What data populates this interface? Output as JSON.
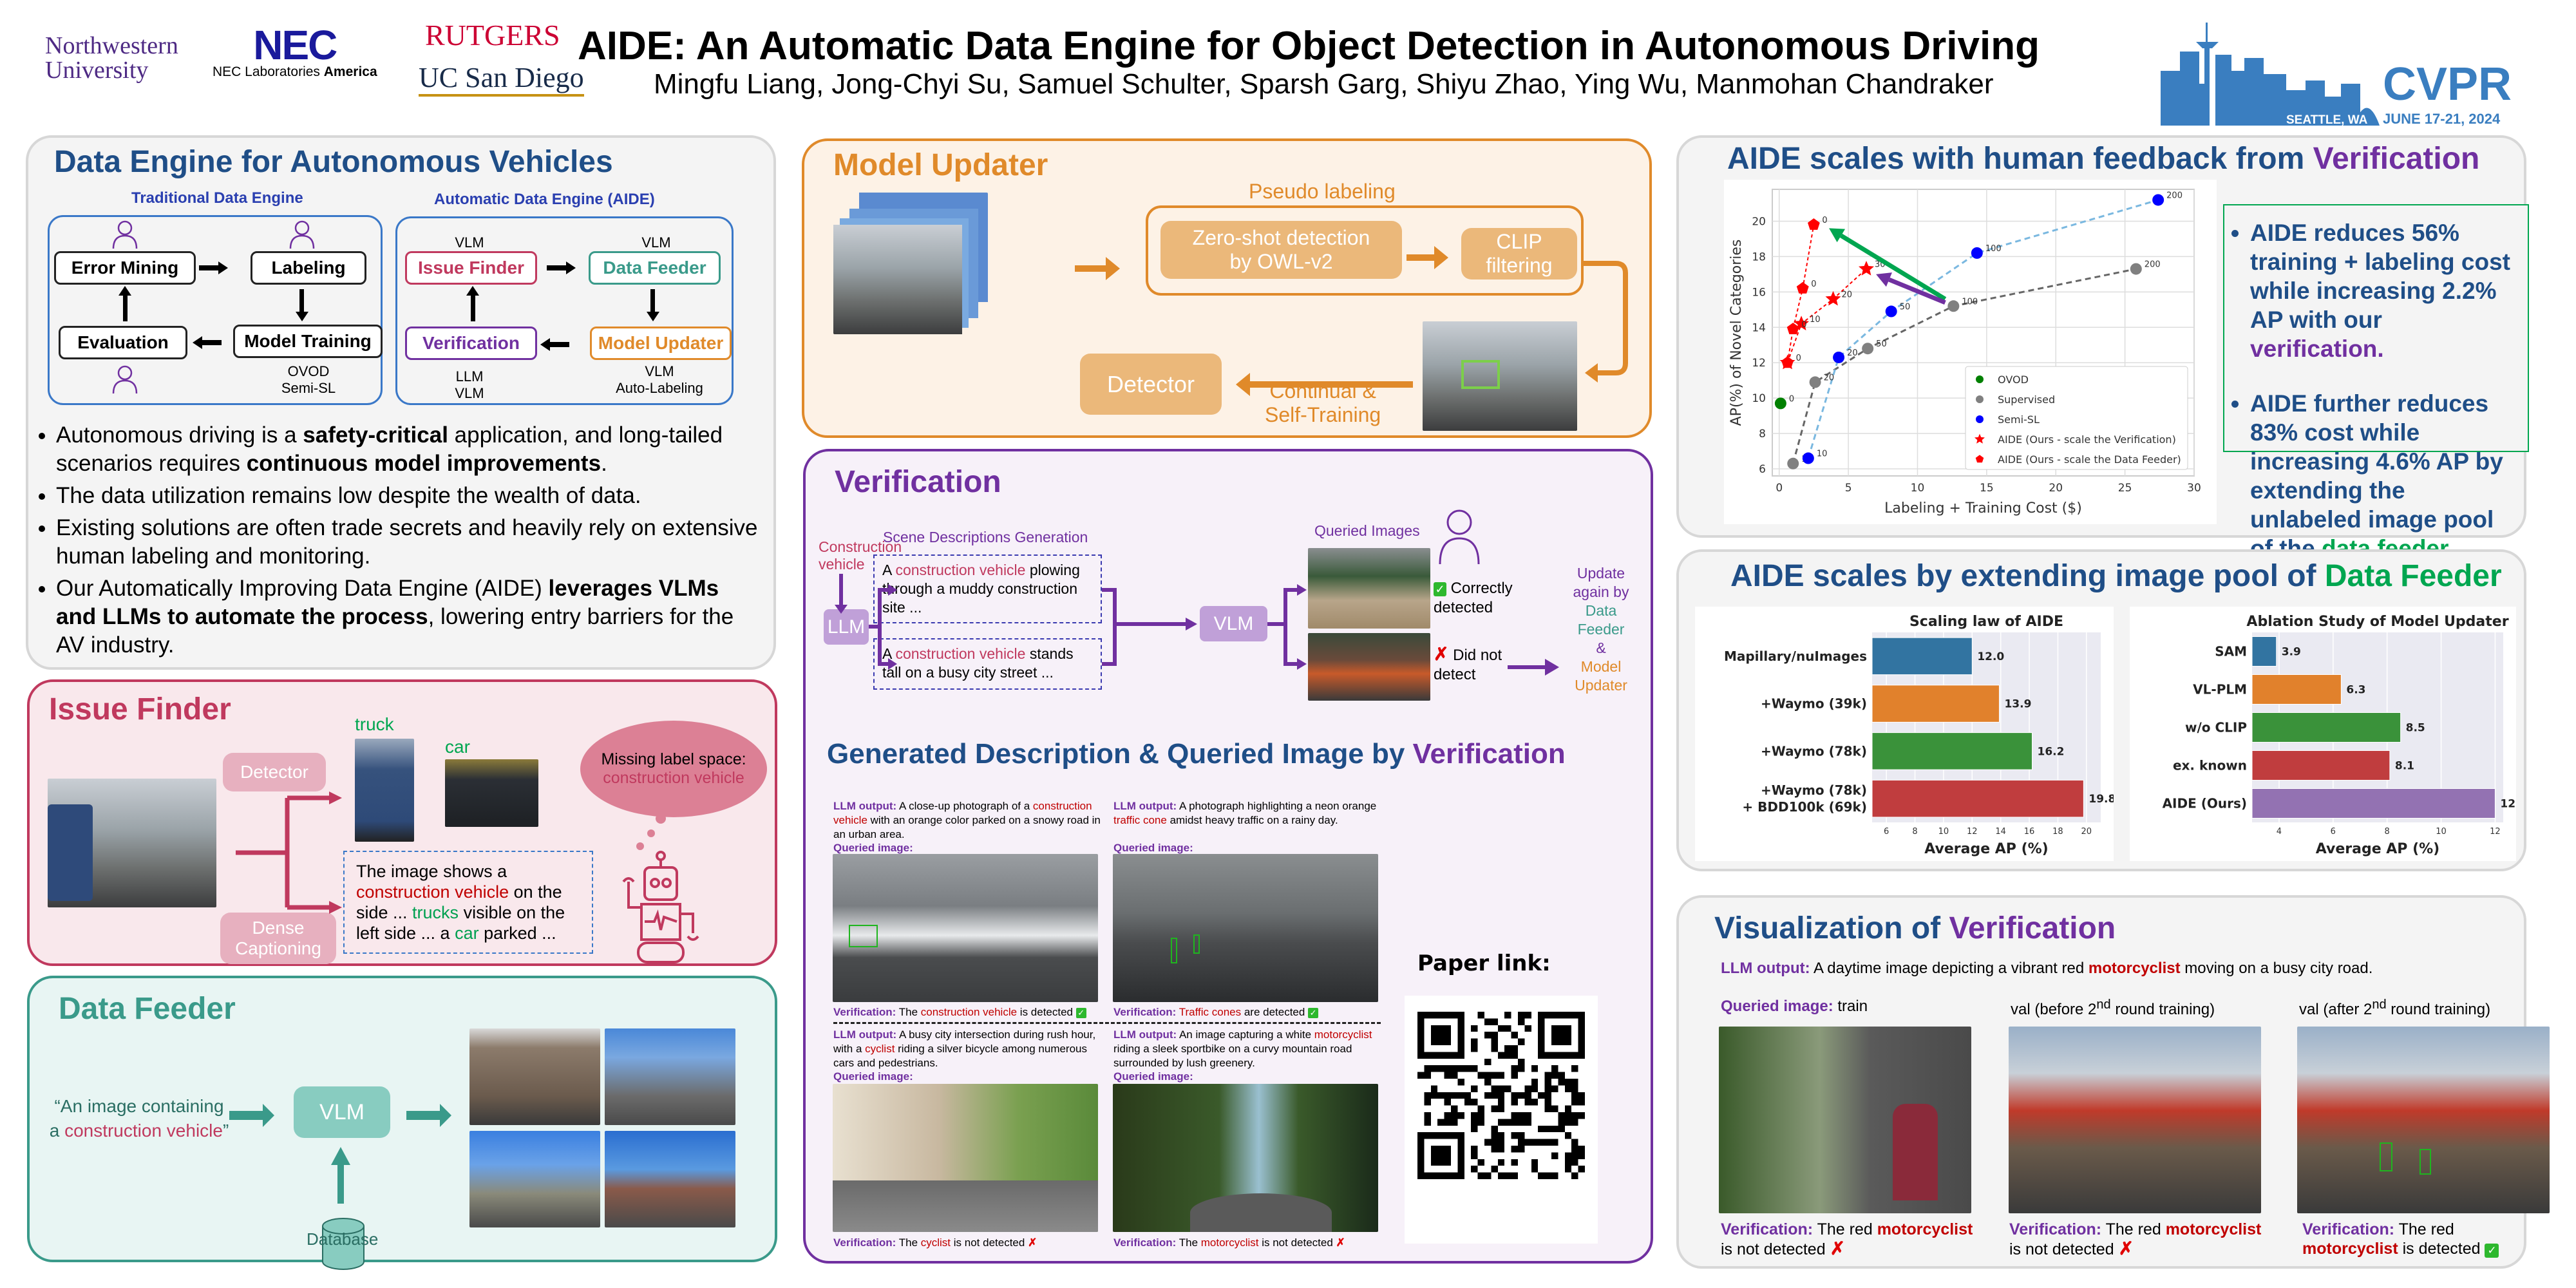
{
  "header": {
    "title": "AIDE: An Automatic Data Engine for Object Detection in Autonomous Driving",
    "authors": "Mingfu Liang, Jong-Chyi Su, Samuel Schulter, Sparsh Garg, Shiyu Zhao, Ying Wu, Manmohan Chandraker",
    "logos": {
      "northwestern": [
        "Northwestern",
        "University"
      ],
      "nec": "NEC",
      "nec_sub": "NEC Laboratories",
      "nec_sub_bold": "America",
      "rutgers": "RUTGERS",
      "ucsd": "UC San Diego",
      "cvpr": "CVPR",
      "cvpr_place": "SEATTLE, WA",
      "cvpr_date": "JUNE 17-21, 2024"
    }
  },
  "data_engine": {
    "title": "Data Engine for Autonomous Vehicles",
    "traditional": {
      "title": "Traditional Data Engine",
      "boxes": [
        "Error Mining",
        "Labeling",
        "Model Training",
        "Evaluation"
      ],
      "note": [
        "OVOD",
        "Semi-SL"
      ]
    },
    "aide": {
      "title": "Automatic Data Engine (AIDE)",
      "boxes": [
        "Issue Finder",
        "Data Feeder",
        "Model Updater",
        "Verification"
      ],
      "notes": {
        "issue_finder": "VLM",
        "data_feeder": "VLM",
        "model_updater": [
          "VLM",
          "Auto-Labeling"
        ],
        "verification": [
          "LLM",
          "VLM"
        ]
      }
    },
    "bullets": [
      {
        "pre": "Autonomous driving is a ",
        "bold": "safety-critical",
        "mid": " application, and long-tailed scenarios requires ",
        "bold2": "continuous model improvements",
        "post": "."
      },
      {
        "pre": "The data utilization remains low despite the wealth of data.",
        "bold": "",
        "mid": "",
        "bold2": "",
        "post": ""
      },
      {
        "pre": "Existing solutions are often trade secrets and heavily rely on extensive human labeling and monitoring.",
        "bold": "",
        "mid": "",
        "bold2": "",
        "post": ""
      },
      {
        "pre": "Our Automatically Improving Data Engine (AIDE) ",
        "bold": "leverages VLMs and LLMs to automate the process",
        "mid": ", lowering entry barriers for the AV industry.",
        "bold2": "",
        "post": ""
      }
    ]
  },
  "issue_finder": {
    "title": "Issue Finder",
    "detector_label": "Detector",
    "dense_label": [
      "Dense",
      "Captioning"
    ],
    "crop_labels": [
      "truck",
      "car"
    ],
    "caption": {
      "p1": "The image shows a ",
      "r1": "construction vehicle",
      "p2": " on the side ... ",
      "g1": "trucks",
      "p3": " visible on the left side ... a ",
      "g2": "car",
      "p4": " parked ..."
    },
    "bubble": [
      "Missing label space:",
      "construction vehicle"
    ]
  },
  "data_feeder": {
    "title": "Data Feeder",
    "query_pre": "“An image containing a ",
    "query_red": "construction vehicle",
    "query_post": "”",
    "vlm": "VLM",
    "database": "Database"
  },
  "model_updater": {
    "title": "Model Updater",
    "pseudo_label": "Pseudo labeling",
    "zero_shot": [
      "Zero-shot detection",
      "by OWL-v2"
    ],
    "clip": [
      "CLIP",
      "filtering"
    ],
    "detector": "Detector",
    "continual": [
      "Continual &",
      "Self-Training"
    ]
  },
  "verification": {
    "title": "Verification",
    "input": [
      "Construction",
      "vehicle"
    ],
    "llm": "LLM",
    "vlm": "VLM",
    "scene_gen": "Scene Descriptions Generation",
    "queried_images": "Queried Images",
    "desc1": {
      "pre": "A ",
      "red": "construction vehicle",
      "post": " plowing through a muddy construction site ..."
    },
    "desc2": {
      "pre": "A ",
      "red": "construction vehicle",
      "post": " stands tall on a busy city street ..."
    },
    "correct": [
      "Correctly",
      "detected"
    ],
    "not_detect": [
      "Did not",
      "detect"
    ],
    "update": {
      "l1": "Update",
      "l2": "again by",
      "df": [
        "Data",
        "Feeder"
      ],
      "amp": "&",
      "mu": [
        "Model",
        "Updater"
      ]
    }
  },
  "generated": {
    "title_pre": "Generated Description & Queried Image by ",
    "title_accent": "Verification",
    "llm_label": "LLM output:",
    "queried_label": "Queried image:",
    "verif_label": "Verification:",
    "examples": [
      {
        "pre": " A close-up photograph of a ",
        "red": "construction vehicle",
        "post": " with an orange color parked on a snowy road in an urban area.",
        "v_pre": " The ",
        "v_red": "construction vehicle",
        "v_post": " is detected",
        "ok": true
      },
      {
        "pre": " A photograph highlighting a neon orange ",
        "red": "traffic cone",
        "post": " amidst heavy traffic on a rainy day.",
        "v_pre": " ",
        "v_red": "Traffic cones",
        "v_post": " are detected",
        "ok": true
      },
      {
        "pre": " A busy city intersection during rush hour, with a ",
        "red": "cyclist",
        "post": " riding a silver bicycle among numerous cars and pedestrians.",
        "v_pre": " The ",
        "v_red": "cyclist",
        "v_post": " is not detected",
        "ok": false
      },
      {
        "pre": " An image capturing a white ",
        "red": "motorcyclist",
        "post": " riding a sleek sportbike on a curvy mountain road surrounded by lush greenery.",
        "v_pre": " The ",
        "v_red": "motorcyclist",
        "v_post": " is not detected",
        "ok": false
      }
    ],
    "paper_link": "Paper link:"
  },
  "human_feedback": {
    "title_pre": "AIDE scales with human feedback from ",
    "title_accent": "Verification",
    "bullets": [
      {
        "text": "AIDE reduces 56% training + labeling cost while increasing 2.2% AP with our ",
        "accent": "verification."
      },
      {
        "text": "AIDE further reduces 83% cost while increasing 4.6% AP by extending the unlabeled image pool of the ",
        "accent": "data feeder"
      }
    ]
  },
  "pool": {
    "title_pre": "AIDE scales by extending image pool of ",
    "title_accent": "Data Feeder"
  },
  "viz": {
    "title_pre": "Visualization of ",
    "title_accent": "Verification",
    "llm_label": "LLM output:",
    "llm_pre": " A daytime image depicting a vibrant red ",
    "llm_red": "motorcyclist",
    "llm_post": " moving on a busy city road.",
    "col_labels": [
      {
        "accent": "Queried image:",
        "text": " train"
      },
      {
        "accent": "",
        "text": "val (before 2",
        "sup": "nd",
        "text2": " round training)"
      },
      {
        "accent": "",
        "text": "val (after 2",
        "sup": "nd",
        "text2": " round training)"
      }
    ],
    "verif_label": "Verification:",
    "results": [
      {
        "pre": " The red ",
        "red": "motorcyclist",
        "post": " is not detected",
        "ok": false
      },
      {
        "pre": " The red ",
        "red": "motorcyclist",
        "post": " is not detected",
        "ok": false
      },
      {
        "pre": " The red ",
        "red": "motorcyclist",
        "post": " is detected",
        "ok": true
      }
    ]
  },
  "colors": {
    "navy": "#1f4e87",
    "purple": "#7030a0",
    "issue": "#c0395e",
    "feeder": "#3a9a8a",
    "updater": "#e08a2a",
    "green_accent": "#00a650",
    "red_text": "#c00000"
  },
  "chart_data": [
    {
      "type": "scatter",
      "title": "",
      "xlabel": "Labeling + Training Cost ($)",
      "ylabel": "AP(%) of Novel Categories",
      "xlim": [
        -0.5,
        30
      ],
      "ylim": [
        5.6,
        21.8
      ],
      "xticks": [
        0,
        5,
        10,
        15,
        20,
        25,
        30
      ],
      "yticks": [
        6,
        8,
        10,
        12,
        14,
        16,
        18,
        20
      ],
      "grid": true,
      "legend": "bottom-right",
      "series": [
        {
          "name": "OVOD",
          "marker": "circle",
          "color": "#008000",
          "line": null,
          "points": [
            {
              "x": 0.1,
              "y": 9.7,
              "label": "0"
            }
          ]
        },
        {
          "name": "Supervised",
          "marker": "circle",
          "color": "#808080",
          "line": "#666666",
          "points": [
            {
              "x": 1.0,
              "y": 6.3,
              "label": "10"
            },
            {
              "x": 2.6,
              "y": 10.9,
              "label": "20"
            },
            {
              "x": 6.4,
              "y": 12.8,
              "label": "50"
            },
            {
              "x": 12.6,
              "y": 15.2,
              "label": "100"
            },
            {
              "x": 25.8,
              "y": 17.3,
              "label": "200"
            }
          ]
        },
        {
          "name": "Semi-SL",
          "marker": "circle",
          "color": "#0000ff",
          "line": "#7ab8e0",
          "points": [
            {
              "x": 2.1,
              "y": 6.6,
              "label": "10"
            },
            {
              "x": 4.3,
              "y": 12.3,
              "label": "20"
            },
            {
              "x": 8.1,
              "y": 14.9,
              "label": "50"
            },
            {
              "x": 14.3,
              "y": 18.2,
              "label": "100"
            },
            {
              "x": 27.4,
              "y": 21.2,
              "label": "200"
            }
          ]
        },
        {
          "name": "AIDE (Ours - scale the Verification)",
          "marker": "star",
          "color": "#ff0000",
          "line": "#ff0000",
          "points": [
            {
              "x": 0.6,
              "y": 12.0,
              "label": ""
            },
            {
              "x": 1.6,
              "y": 14.2,
              "label": "10"
            },
            {
              "x": 3.9,
              "y": 15.6,
              "label": "20"
            },
            {
              "x": 6.3,
              "y": 17.3,
              "label": "30"
            }
          ]
        },
        {
          "name": "AIDE (Ours - scale the Data Feeder)",
          "marker": "pentagon",
          "color": "#ff0000",
          "line": "#ff0000",
          "points": [
            {
              "x": 0.6,
              "y": 12.0,
              "label": "0"
            },
            {
              "x": 1.0,
              "y": 13.9,
              "label": "0"
            },
            {
              "x": 1.7,
              "y": 16.2,
              "label": "0"
            },
            {
              "x": 2.5,
              "y": 19.8,
              "label": "0"
            }
          ]
        }
      ],
      "annotations": [
        {
          "type": "arrow",
          "color": "#00a650",
          "from": [
            12.0,
            15.6
          ],
          "to": [
            3.6,
            19.6
          ]
        },
        {
          "type": "arrow",
          "color": "#7030a0",
          "from": [
            12.0,
            15.4
          ],
          "to": [
            7.0,
            17.0
          ]
        }
      ]
    },
    {
      "type": "bar",
      "orientation": "horizontal",
      "title": "Scaling law of AIDE",
      "xlabel": "Average AP (%)",
      "ylabel": "",
      "xlim": [
        5,
        21
      ],
      "xticks": [
        6,
        8,
        10,
        12,
        14,
        16,
        18,
        20
      ],
      "categories": [
        "Mapillary/nuImages",
        "+Waymo (39k)",
        "+Waymo (78k)",
        "+Waymo (78k)\n+ BDD100k (69k)"
      ],
      "values": [
        12.0,
        13.9,
        16.2,
        19.8
      ],
      "colors": [
        "#3274a1",
        "#e1812c",
        "#3a923a",
        "#c03d3e"
      ],
      "grid": true
    },
    {
      "type": "bar",
      "orientation": "horizontal",
      "title": "Ablation Study of Model Updater",
      "xlabel": "Average AP (%)",
      "ylabel": "",
      "xlim": [
        3,
        12.3
      ],
      "xticks": [
        4,
        6,
        8,
        10,
        12
      ],
      "categories": [
        "SAM",
        "VL-PLM",
        "w/o CLIP",
        "ex. known",
        "AIDE (Ours)"
      ],
      "values": [
        3.9,
        6.3,
        8.5,
        8.1,
        12.0
      ],
      "colors": [
        "#3274a1",
        "#e1812c",
        "#3a923a",
        "#c03d3e",
        "#9372b2"
      ],
      "grid": true
    }
  ]
}
